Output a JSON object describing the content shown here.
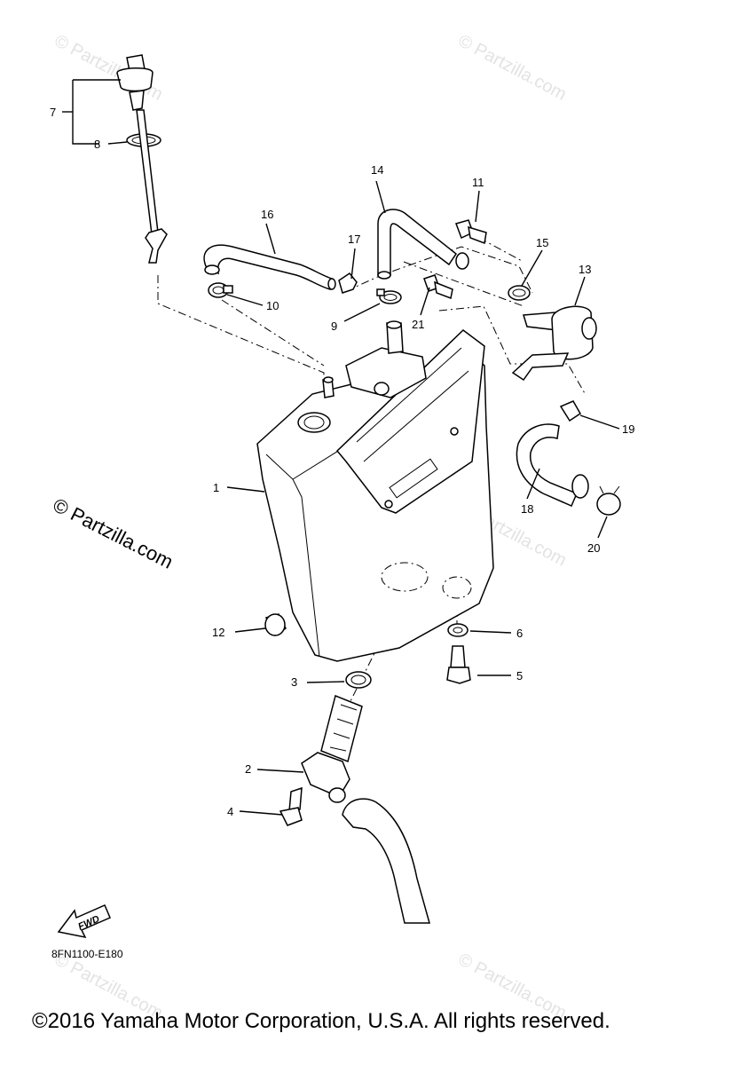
{
  "watermark": {
    "text": "© Partzilla.com",
    "prominent_text": "© Partzilla.com"
  },
  "callouts": [
    "1",
    "2",
    "3",
    "4",
    "5",
    "6",
    "7",
    "8",
    "9",
    "10",
    "11",
    "12",
    "13",
    "14",
    "15",
    "16",
    "17",
    "18",
    "19",
    "20",
    "21"
  ],
  "fwd_label": "FWD",
  "diagram_code": "8FN1100-E180",
  "copyright": "©2016 Yamaha Motor Corporation, U.S.A. All rights reserved."
}
